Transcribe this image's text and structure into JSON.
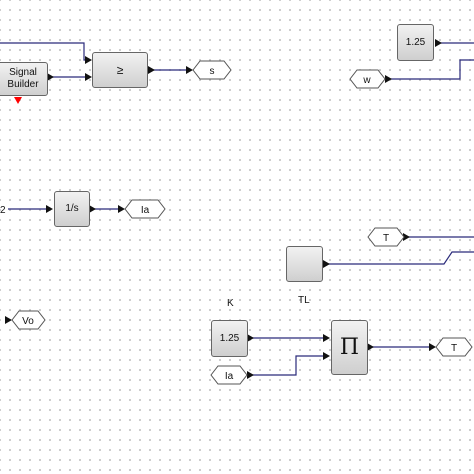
{
  "blocks": {
    "signal_builder": "Signal Builder",
    "compare": "≥",
    "constant_top": "1.25",
    "integrator": "1/s",
    "constant_k": "1.25",
    "product": "Π"
  },
  "tags": {
    "s": "s",
    "w": "w",
    "ia_out": "Ia",
    "t_in": "T",
    "vo": "Vo",
    "ia_in": "Ia",
    "t_out": "T"
  },
  "labels": {
    "k": "K",
    "tl": "TL",
    "port_fragment": "2"
  },
  "colors": {
    "wire": "#2a2a7a",
    "port_arrow": "#111111",
    "event_port": "#ff0000"
  }
}
